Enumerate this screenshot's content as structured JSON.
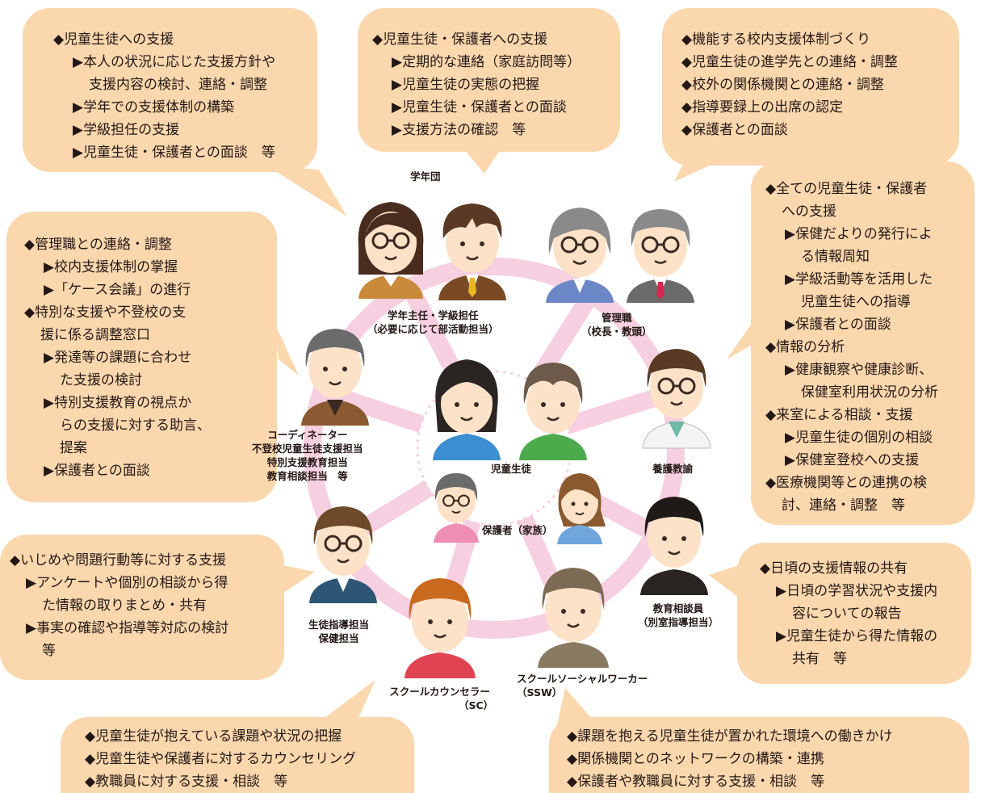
{
  "colors": {
    "bubble": "#fbd7ae",
    "ring": "#f6cfe0",
    "text": "#231815"
  },
  "bubbles": {
    "top_left": {
      "lines": [
        "◆児童生徒への支援",
        "▶本人の状況に応じた支援方針や",
        "支援内容の検討、連絡・調整",
        "▶学年での支援体制の構築",
        "▶学級担任の支援",
        "▶児童生徒・保護者との面談　等"
      ]
    },
    "top_center": {
      "lines": [
        "◆児童生徒・保護者への支援",
        "▶定期的な連絡（家庭訪問等）",
        "▶児童生徒の実態の把握",
        "▶児童生徒・保護者との面談",
        "▶支援方法の確認　等"
      ]
    },
    "top_right": {
      "lines": [
        "◆機能する校内支援体制づくり",
        "◆児童生徒の進学先との連絡・調整",
        "◆校外の関係機関との連絡・調整",
        "◆指導要録上の出席の認定",
        "◆保護者との面談"
      ]
    },
    "left": {
      "lines": [
        "◆管理職との連絡・調整",
        "▶校内支援体制の掌握",
        "▶「ケース会議」の進行",
        "◆特別な支援や不登校の支",
        "援に係る調整窓口",
        "▶発達等の課題に合わせ",
        "た支援の検討",
        "▶特別支援教育の視点か",
        "らの支援に対する助言、",
        "提案",
        "▶保護者との面談"
      ]
    },
    "right": {
      "lines": [
        "◆全ての児童生徒・保護者",
        "への支援",
        "▶保健だよりの発行によ",
        "る情報周知",
        "▶学級活動等を活用した",
        "児童生徒への指導",
        "▶保護者との面談",
        "◆情報の分析",
        "▶健康観察や健康診断、",
        "保健室利用状況の分析",
        "◆来室による相談・支援",
        "▶児童生徒の個別の相談",
        "▶保健室登校への支援",
        "◆医療機関等との連携の検",
        "討、連絡・調整　等"
      ]
    },
    "mid_left": {
      "lines": [
        "◆いじめや問題行動等に対する支援",
        "▶アンケートや個別の相談から得",
        "た情報の取りまとめ・共有",
        "▶事実の確認や指導等対応の検討",
        "等"
      ]
    },
    "mid_right": {
      "lines": [
        "◆日頃の支援情報の共有",
        "▶日頃の学習状況や支援内",
        "容についての報告",
        "▶児童生徒から得た情報の",
        "共有　等"
      ]
    },
    "bottom_left": {
      "lines": [
        "◆児童生徒が抱えている課題や状況の把握",
        "◆児童生徒や保護者に対するカウンセリング",
        "◆教職員に対する支援・相談　等"
      ]
    },
    "bottom_right": {
      "lines": [
        "◆課題を抱える児童生徒が置かれた環境への働きかけ",
        "◆関係機関とのネットワークの構築・連携",
        "◆保護者や教職員に対する支援・相談　等"
      ]
    }
  },
  "labels": {
    "gakunendan": "学年団",
    "homeroom": [
      "学年主任・学級担任",
      "（必要に応じて部活動担当）"
    ],
    "kanrishoku": [
      "管理職",
      "（校長・教頭）"
    ],
    "coordinator": [
      "コーディネーター",
      "不登校児童生徒支援担当",
      "特別支援教育担当",
      "教育相談担当　等"
    ],
    "students": "児童生徒",
    "nurse": "養護教諭",
    "parents": "保護者（家族）",
    "guidance": [
      "生徒指導担当",
      "保健担当"
    ],
    "counselor_room": [
      "教育相談員",
      "（別室指導担当）"
    ],
    "sc": [
      "スクールカウンセラー",
      "（SC）"
    ],
    "ssw": [
      "スクールソーシャルワーカー",
      "（SSW）"
    ]
  }
}
